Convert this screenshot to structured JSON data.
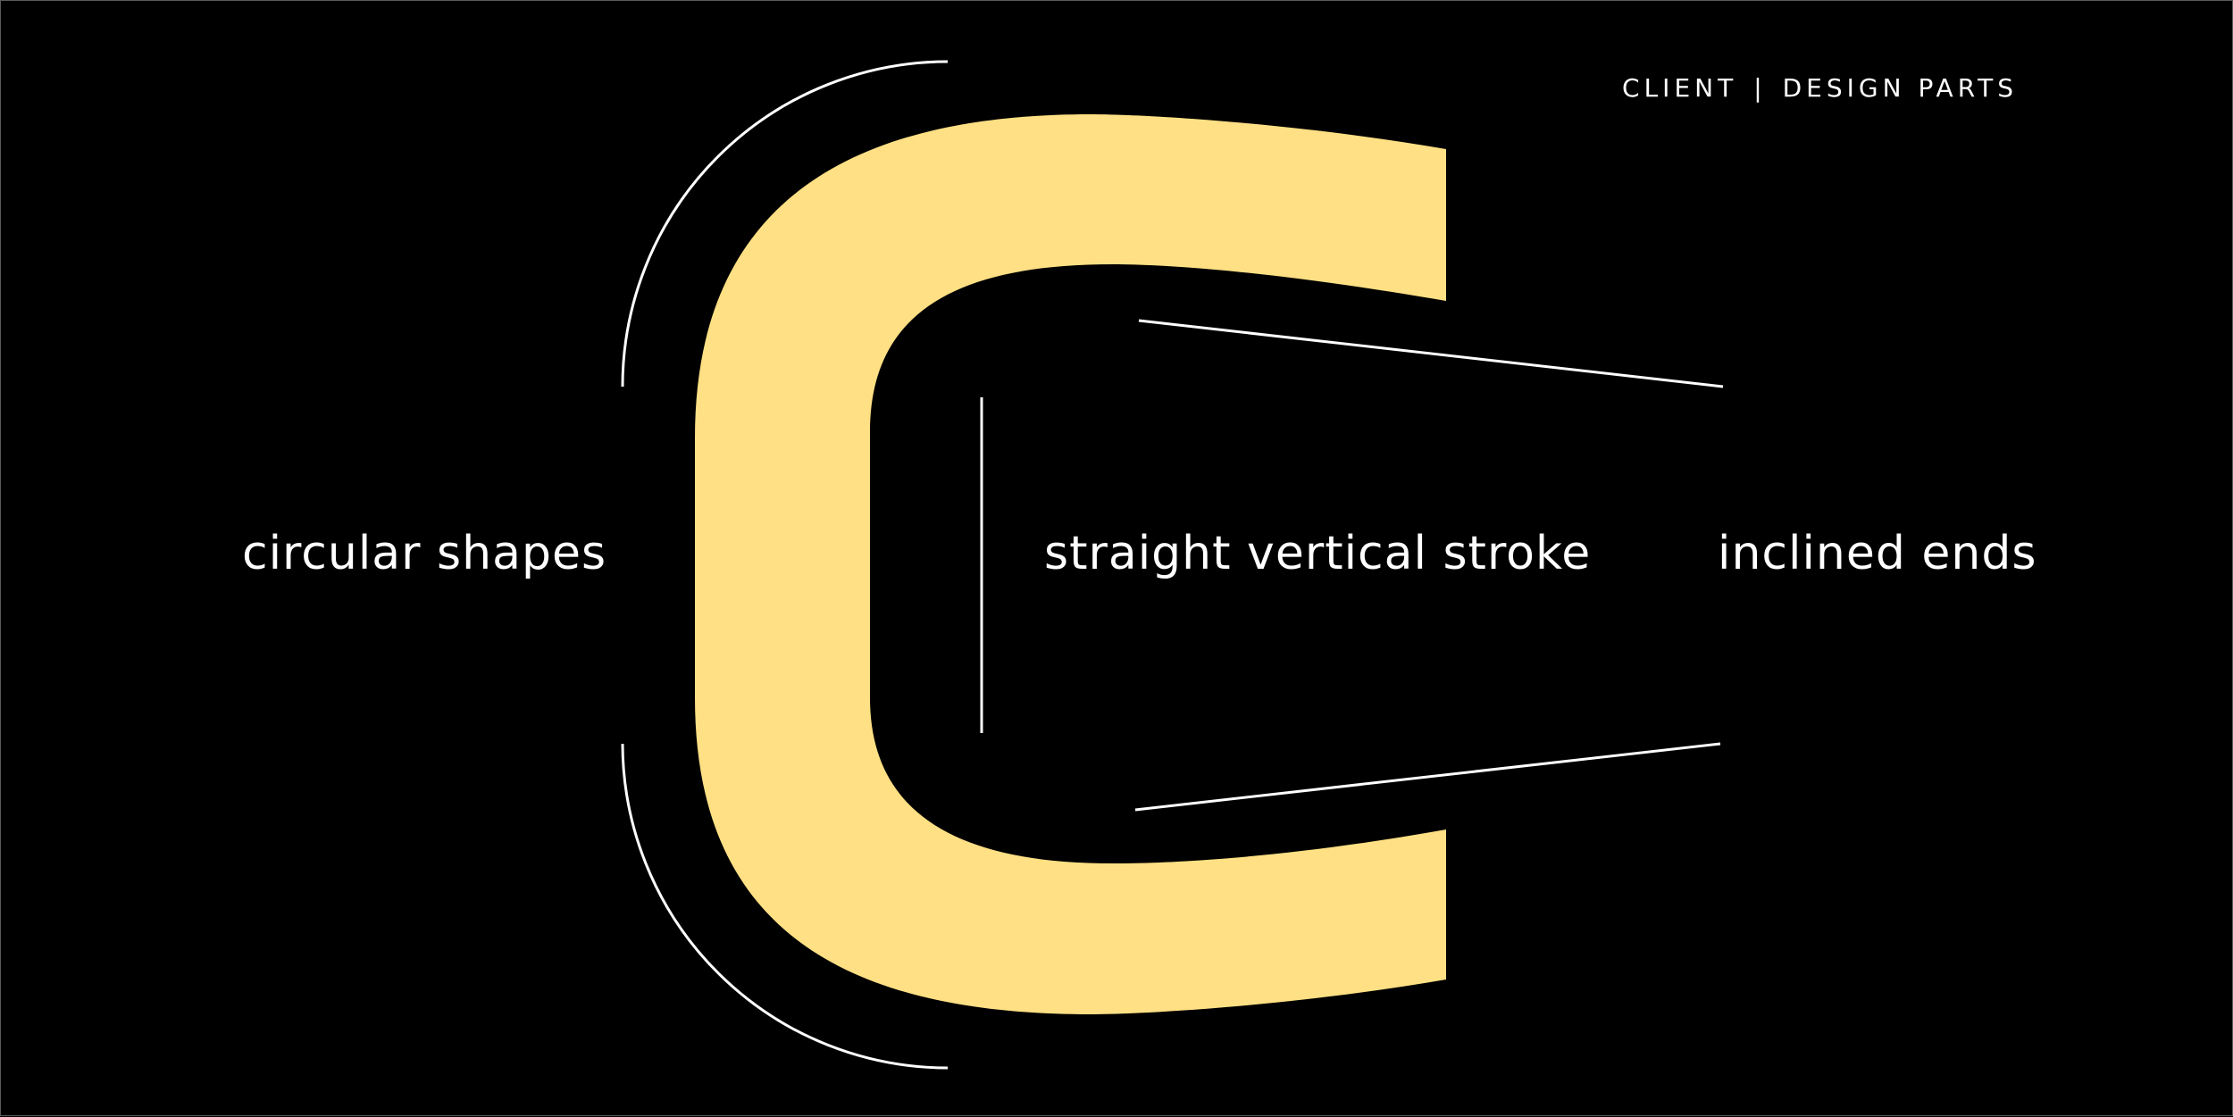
{
  "header": {
    "client": "CLIENT",
    "separator": "|",
    "title": "DESIGN PARTS"
  },
  "annotations": {
    "circular": "circular shapes",
    "vertical": "straight vertical stroke",
    "inclined": "inclined ends"
  },
  "colors": {
    "background": "#000000",
    "glyph": "#FFE084",
    "lines": "#FFFFFF"
  },
  "glyph": {
    "letter": "C"
  }
}
